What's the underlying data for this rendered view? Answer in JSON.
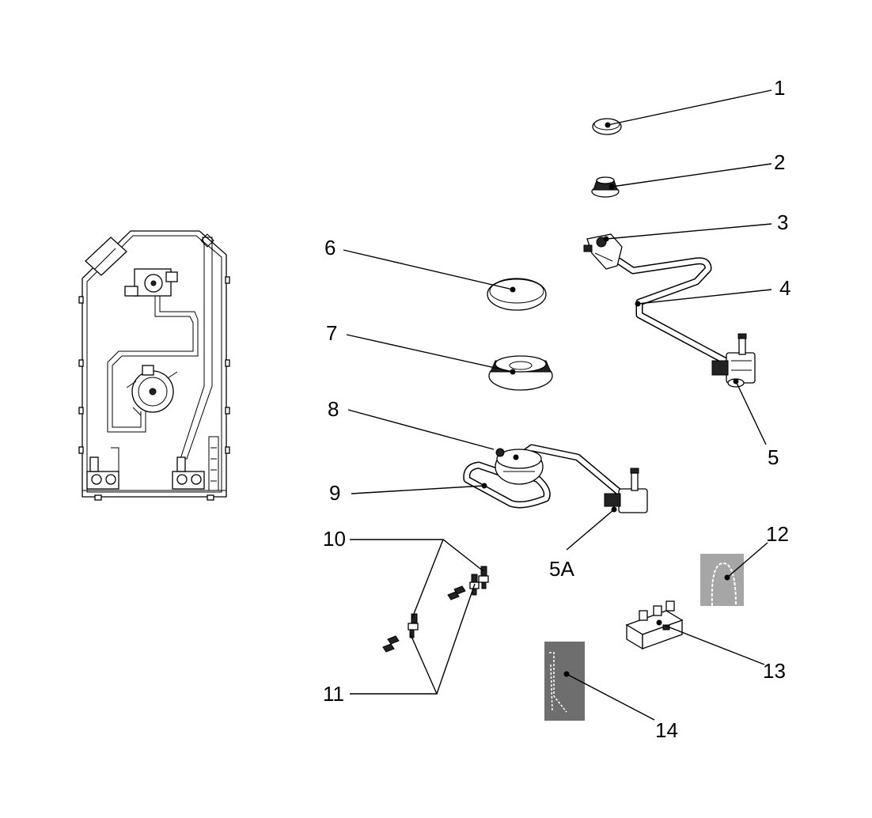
{
  "callouts": [
    {
      "id": "1",
      "label": "1"
    },
    {
      "id": "2",
      "label": "2"
    },
    {
      "id": "3",
      "label": "3"
    },
    {
      "id": "4",
      "label": "4"
    },
    {
      "id": "5",
      "label": "5"
    },
    {
      "id": "5a",
      "label": "5A"
    },
    {
      "id": "6",
      "label": "6"
    },
    {
      "id": "7",
      "label": "7"
    },
    {
      "id": "8",
      "label": "8"
    },
    {
      "id": "9",
      "label": "9"
    },
    {
      "id": "10",
      "label": "10"
    },
    {
      "id": "11",
      "label": "11"
    },
    {
      "id": "12",
      "label": "12"
    },
    {
      "id": "13",
      "label": "13"
    },
    {
      "id": "14",
      "label": "14"
    }
  ],
  "colors": {
    "line": "#000000",
    "background": "#ffffff",
    "photo_light": "#a6a6a6",
    "photo_dark": "#6e6e6e"
  }
}
